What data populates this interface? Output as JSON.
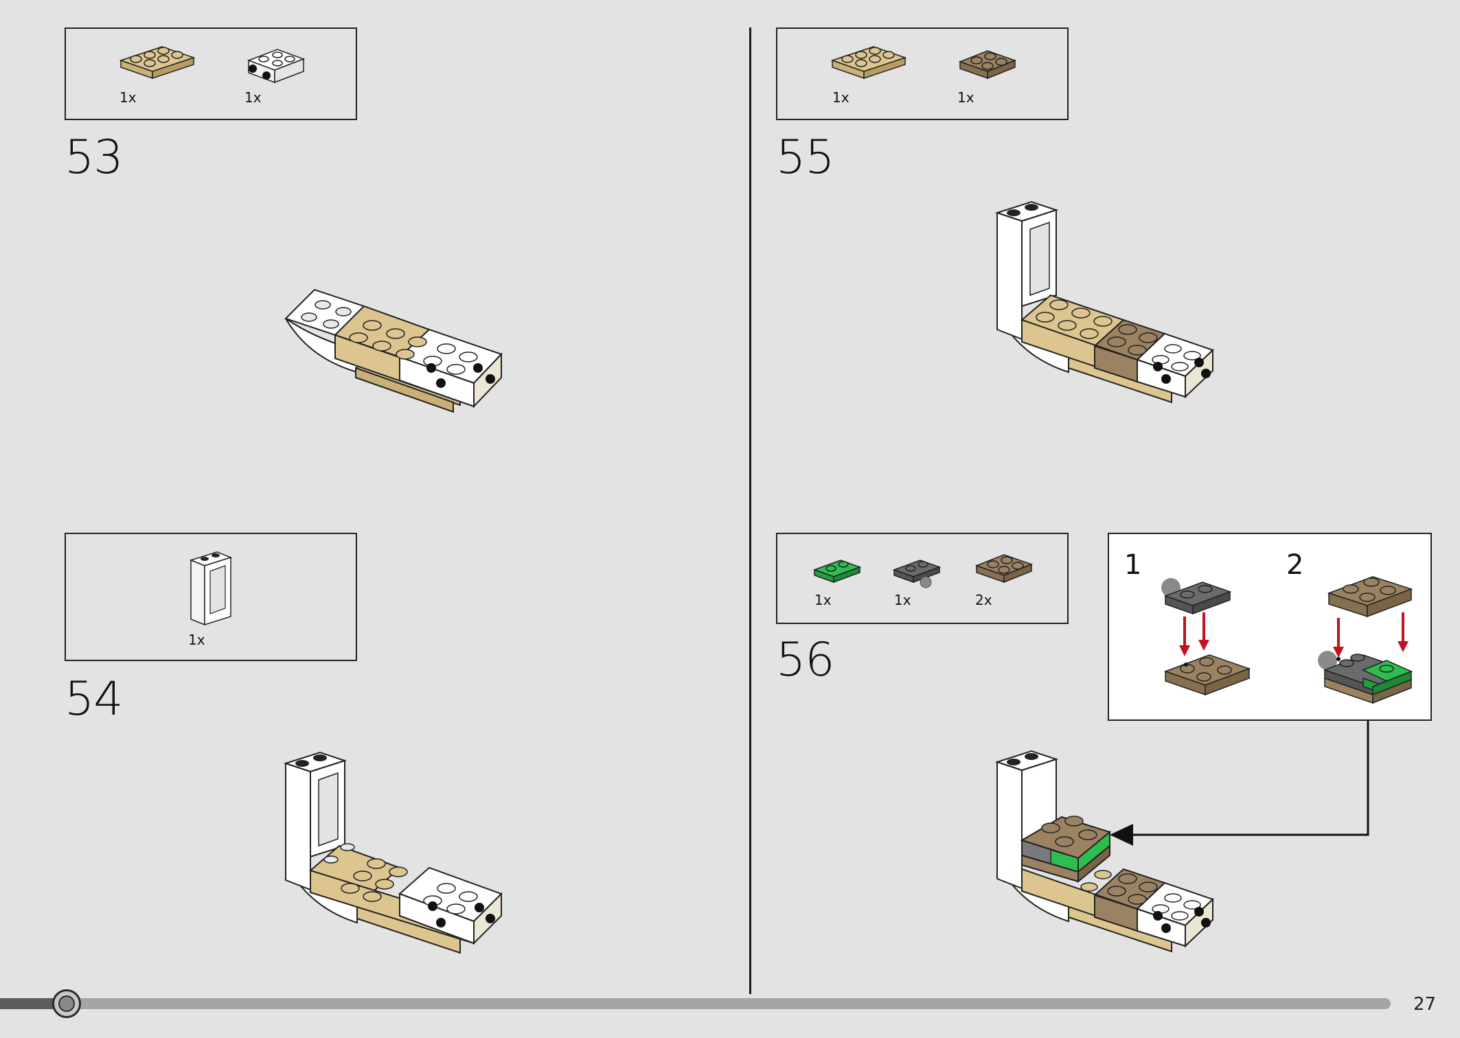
{
  "page": {
    "number": "27"
  },
  "progress": {
    "fraction": 0.035
  },
  "colors": {
    "tan": "#dcc58f",
    "dark_tan": "#9b8262",
    "white": "#ffffff",
    "dark_gray": "#6b6b6b",
    "green": "#2ebd4f",
    "arrow_red": "#c0121f",
    "outline": "#222222"
  },
  "steps": [
    {
      "number": "53",
      "parts": [
        {
          "qty": "1x",
          "part": "tan-plate-2x3"
        },
        {
          "qty": "1x",
          "part": "white-side-stud-brick"
        }
      ]
    },
    {
      "number": "54",
      "parts": [
        {
          "qty": "1x",
          "part": "white-window-frame"
        }
      ]
    },
    {
      "number": "55",
      "parts": [
        {
          "qty": "1x",
          "part": "tan-plate-2x3"
        },
        {
          "qty": "1x",
          "part": "dark-tan-plate-2x2"
        }
      ]
    },
    {
      "number": "56",
      "parts": [
        {
          "qty": "1x",
          "part": "green-plate-1x2"
        },
        {
          "qty": "1x",
          "part": "dark-gray-ball-joint-plate"
        },
        {
          "qty": "2x",
          "part": "dark-tan-plate-2x2"
        }
      ],
      "callout": {
        "substeps": [
          "1",
          "2"
        ]
      }
    }
  ]
}
